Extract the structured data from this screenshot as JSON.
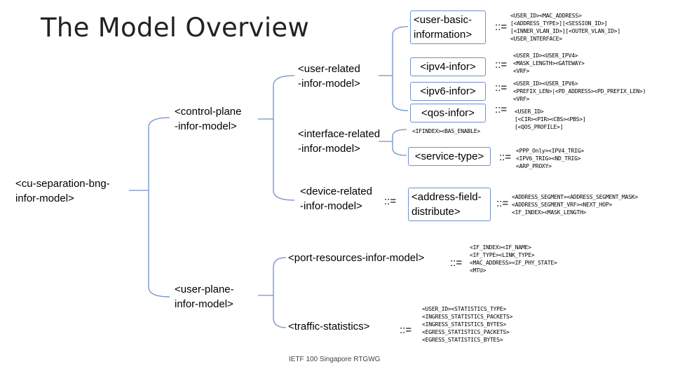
{
  "title": "The Model Overview",
  "footer": "IETF 100 Singapore RTGWG",
  "nodes": {
    "root": "<cu-separation-bng-\ninfor-model>",
    "control_plane": "<control-plane\n-infor-model>",
    "user_plane": "<user-plane-\ninfor-model>",
    "user_related": "<user-related\n-infor-model>",
    "interface_related": "<interface-related\n-infor-model>",
    "device_related": "<device-related\n-infor-model>",
    "port_resources": "<port-resources-infor-model>",
    "traffic_statistics": "<traffic-statistics>",
    "user_basic": "<user-basic-\ninformation>",
    "ipv4": "<ipv4-infor>",
    "ipv6": "<ipv6-infor>",
    "qos": "<qos-infor>",
    "service_type": "<service-type>",
    "address_field": "<address-field-\ndistribute>"
  },
  "separator": "::=",
  "definitions": {
    "user_basic": "<USER_ID><MAC_ADDRESS>\n[<ADDRESS_TYPE>][<SESSION_ID>]\n[<INNER_VLAN_ID>][<OUTER_VLAN_ID>]\n<USER_INTERFACE>",
    "ipv4": "<USER_ID><USER_IPV4>\n<MASK_LENGTH><GATEWAY>\n<VRF>",
    "ipv6": "<USER_ID><USER_IPV6>\n<PREFIX_LEN>|<PD_ADDRESS><PD_PREFIX_LEN>)\n<VRF>",
    "qos": "<USER_ID>\n[<CIR><PIR><CBS><PBS>]\n[<QOS_PROFILE>]",
    "interface_related": "<IFINDEX><BAS_ENABLE>",
    "service_type": "<PPP_Only><IPV4_TRIG>\n<IPV6_TRIG><ND_TRIG>\n<ARP_PROXY>",
    "address_field": "<ADDRESS_SEGMENT><ADDRESS_SEGMENT_MASK>\n<ADDRESS_SEGMENT_VRF><NEXT_HOP>\n<IF_INDEX><MASK_LENGTH>",
    "port_resources": "<IF_INDEX><IF_NAME>\n<IF_TYPE><LINK_TYPE>\n<MAC_ADDRESS><IF_PHY_STATE>\n<MTU>",
    "traffic_statistics": "<USER_ID><STATISTICS_TYPE>\n<INGRESS_STATISTICS_PACKETS>\n<INGRESS_STATISTICS_BYTES>\n<EGRESS_STATISTICS_PACKETS>\n<EGRESS_STATISTICS_BYTES>"
  },
  "colors": {
    "line": "#6f91c6",
    "box_border": "#6f91c6"
  }
}
